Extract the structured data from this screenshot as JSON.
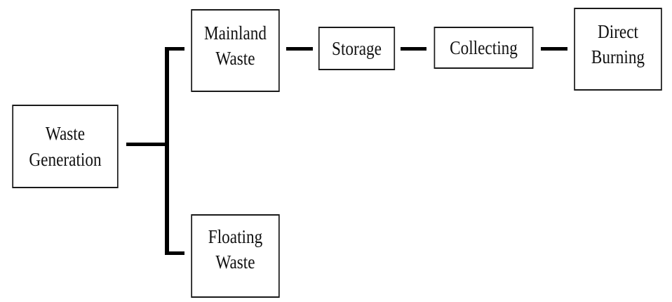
{
  "diagram": {
    "nodes": [
      {
        "id": "waste-generation",
        "lines": [
          "Waste",
          "Generation"
        ]
      },
      {
        "id": "mainland-waste",
        "lines": [
          "Mainland",
          "Waste"
        ]
      },
      {
        "id": "storage",
        "lines": [
          "Storage"
        ]
      },
      {
        "id": "collecting",
        "lines": [
          "Collecting"
        ]
      },
      {
        "id": "direct-burning",
        "lines": [
          "Direct",
          "Burning"
        ]
      },
      {
        "id": "floating-waste",
        "lines": [
          "Floating",
          "Waste"
        ]
      }
    ],
    "edges": [
      {
        "from": "waste-generation",
        "to": "mainland-waste"
      },
      {
        "from": "waste-generation",
        "to": "floating-waste"
      },
      {
        "from": "mainland-waste",
        "to": "storage"
      },
      {
        "from": "storage",
        "to": "collecting"
      },
      {
        "from": "collecting",
        "to": "direct-burning"
      }
    ]
  }
}
